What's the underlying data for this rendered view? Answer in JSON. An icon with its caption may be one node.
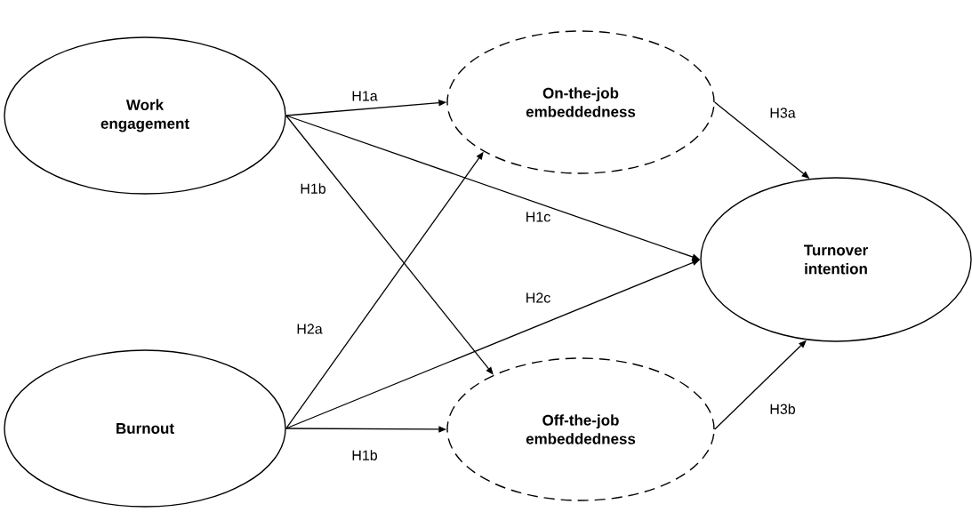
{
  "diagram": {
    "nodes": [
      {
        "text": [
          "Work engagement"
        ]
      },
      {
        "text": [
          "On-the-job embeddedness"
        ]
      },
      {
        "text": [
          "Turnover intention"
        ]
      },
      {
        "text": [
          "Burnout"
        ]
      },
      {
        "text": [
          "Off-the-job embeddedness"
        ]
      }
    ],
    "edges": [
      {
        "from": 0,
        "to": 1,
        "arrow": "to",
        "label": "H1a"
      },
      {
        "from": 0,
        "to": 4,
        "arrow": "to",
        "label": "H1b"
      },
      {
        "from": 0,
        "to": 2,
        "arrow": "to",
        "label": "H1c"
      },
      {
        "from": 3,
        "to": 1,
        "arrow": "to",
        "label": "H2a"
      },
      {
        "from": 3,
        "to": 2,
        "arrow": "to",
        "label": "H2c"
      },
      {
        "from": 3,
        "to": 4,
        "arrow": "to",
        "label": "H1b"
      },
      {
        "from": 1,
        "to": 2,
        "arrow": "to",
        "label": "H3a"
      },
      {
        "from": 4,
        "to": 2,
        "arrow": "to",
        "label": "H3b"
      }
    ]
  }
}
